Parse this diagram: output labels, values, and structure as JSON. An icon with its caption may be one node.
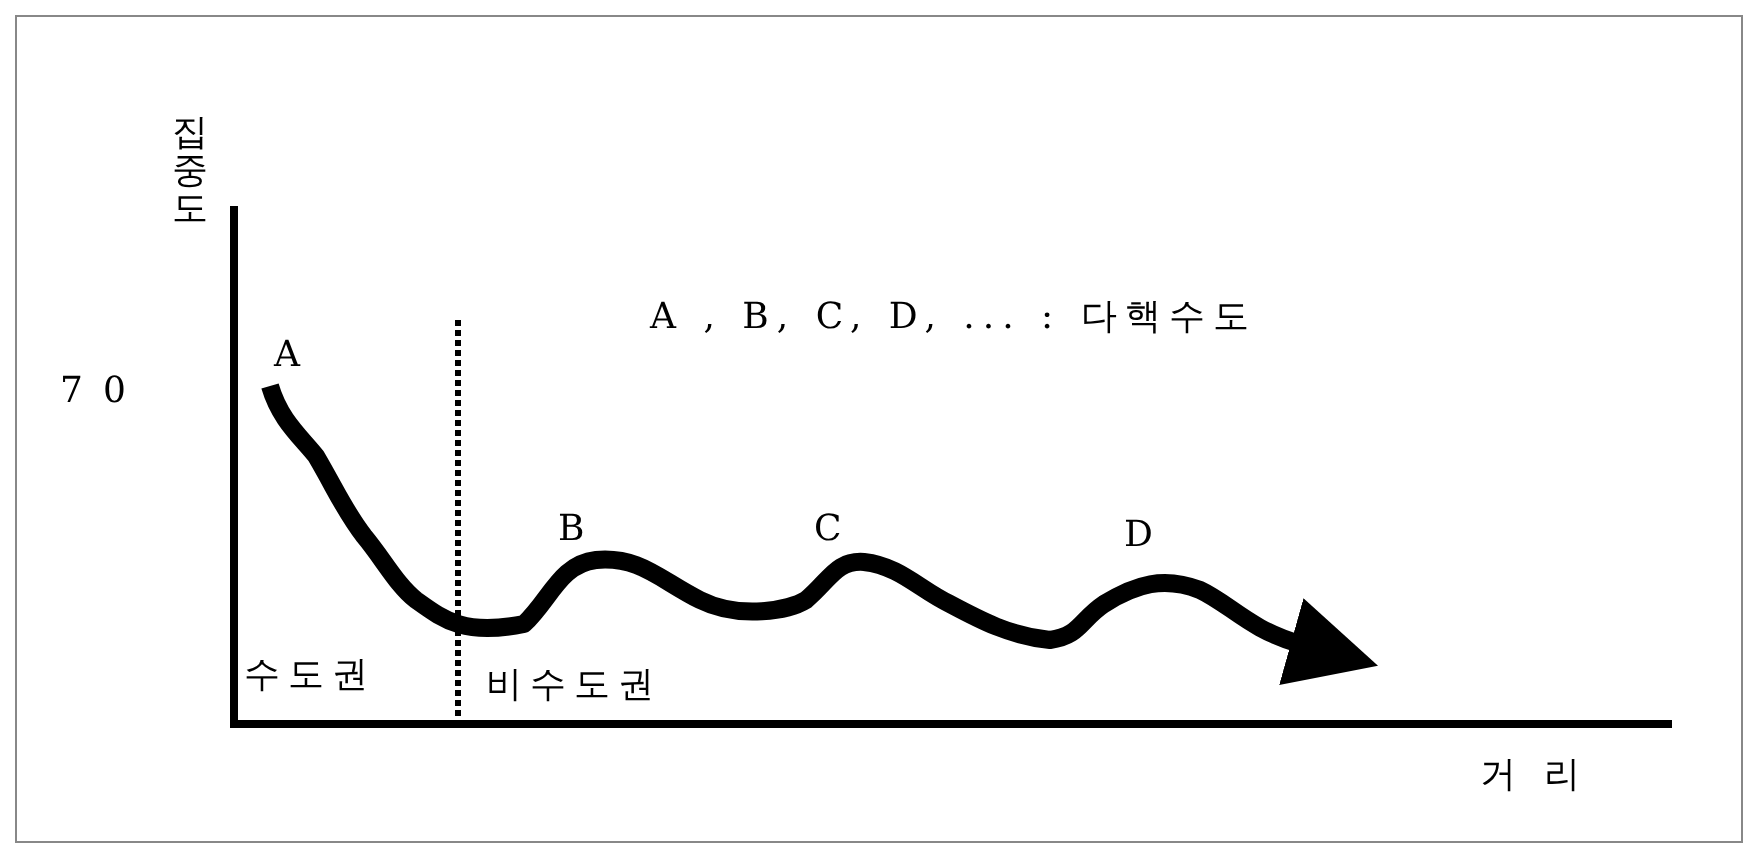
{
  "diagram": {
    "labels": [
      "집중도",
      "70",
      "A , B, C, D, ... : 다핵수도",
      "A",
      "B",
      "C",
      "D",
      "수도권",
      "비수도권",
      "거리"
    ]
  }
}
